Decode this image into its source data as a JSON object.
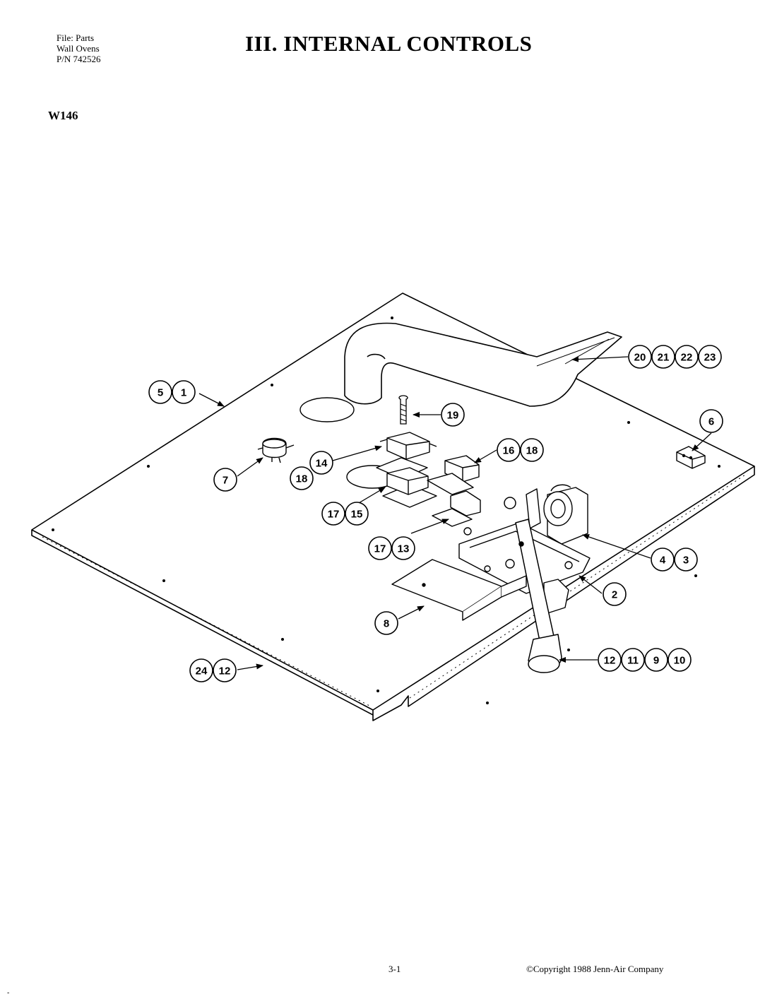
{
  "header": {
    "file_lines": [
      "File: Parts",
      "Wall Ovens",
      "P/N 742526"
    ],
    "title": "III. INTERNAL CONTROLS",
    "model": "W146"
  },
  "footer": {
    "page_number": "3-1",
    "copyright": "©Copyright 1988 Jenn-Air Company",
    "corner_mark": "-"
  },
  "callouts": [
    {
      "id": "c-20-21-22-23",
      "labels": [
        "20",
        "21",
        "22",
        "23"
      ]
    },
    {
      "id": "c-5-1",
      "labels": [
        "5",
        "1"
      ]
    },
    {
      "id": "c-19",
      "labels": [
        "19"
      ]
    },
    {
      "id": "c-6",
      "labels": [
        "6"
      ]
    },
    {
      "id": "c-14",
      "labels": [
        "14"
      ]
    },
    {
      "id": "c-16-18",
      "labels": [
        "16",
        "18"
      ]
    },
    {
      "id": "c-7",
      "labels": [
        "7"
      ]
    },
    {
      "id": "c-18",
      "labels": [
        "18"
      ]
    },
    {
      "id": "c-17-15",
      "labels": [
        "17",
        "15"
      ]
    },
    {
      "id": "c-17-13",
      "labels": [
        "17",
        "13"
      ]
    },
    {
      "id": "c-4-3",
      "labels": [
        "4",
        "3"
      ]
    },
    {
      "id": "c-2",
      "labels": [
        "2"
      ]
    },
    {
      "id": "c-8",
      "labels": [
        "8"
      ]
    },
    {
      "id": "c-12-11-9-10",
      "labels": [
        "12",
        "11",
        "9",
        "10"
      ]
    },
    {
      "id": "c-24-12",
      "labels": [
        "24",
        "12"
      ]
    }
  ]
}
